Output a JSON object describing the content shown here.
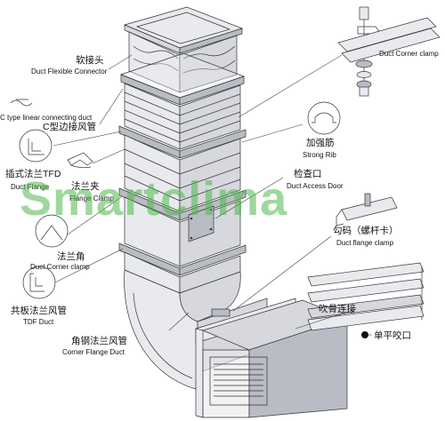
{
  "labels": {
    "flexible_cn": "软接头",
    "flexible_en": "Duct Flexible Connector",
    "ctype_en": "C type linear connecting duct",
    "ctype_cn": "C型边接风管",
    "tfd_cn": "插式法兰TFD",
    "tfd_en": "Duct Flange",
    "flange_clamp_cn": "法兰夹",
    "flange_clamp_en": "Flange Clamp",
    "corner_cn": "法兰角",
    "corner_en": "Duct Corner clamp",
    "tdf_cn": "共板法兰风管",
    "tdf_en": "TDF Duct",
    "angle_cn": "角钢法兰风管",
    "angle_en": "Corner Flange Duct",
    "corner_clamp_top_en": "Duct Corner clamp",
    "rib_cn": "加强筋",
    "rib_en": "Strong Rib",
    "door_cn": "检查口",
    "door_en": "Duct Access Door",
    "hook_cn": "勾码（螺杆卡）",
    "hook_en": "Duct flange clamp",
    "bite_cn": "吹骨连接",
    "single_cn": "单平咬口"
  },
  "watermark": "Smartclima",
  "colors": {
    "watermark": "#4fb84a",
    "line": "#333333",
    "metal_light": "#e9eaee",
    "metal_mid": "#d6d8de",
    "metal_dark": "#b9bcc4"
  },
  "icons": [
    "bolt-clamp-icon",
    "rib-profile-icon",
    "hook-clamp-icon",
    "ctype-profile-icon",
    "tfd-profile-icon",
    "flange-clamp-icon",
    "corner-clamp-icon",
    "tdf-profile-icon"
  ]
}
